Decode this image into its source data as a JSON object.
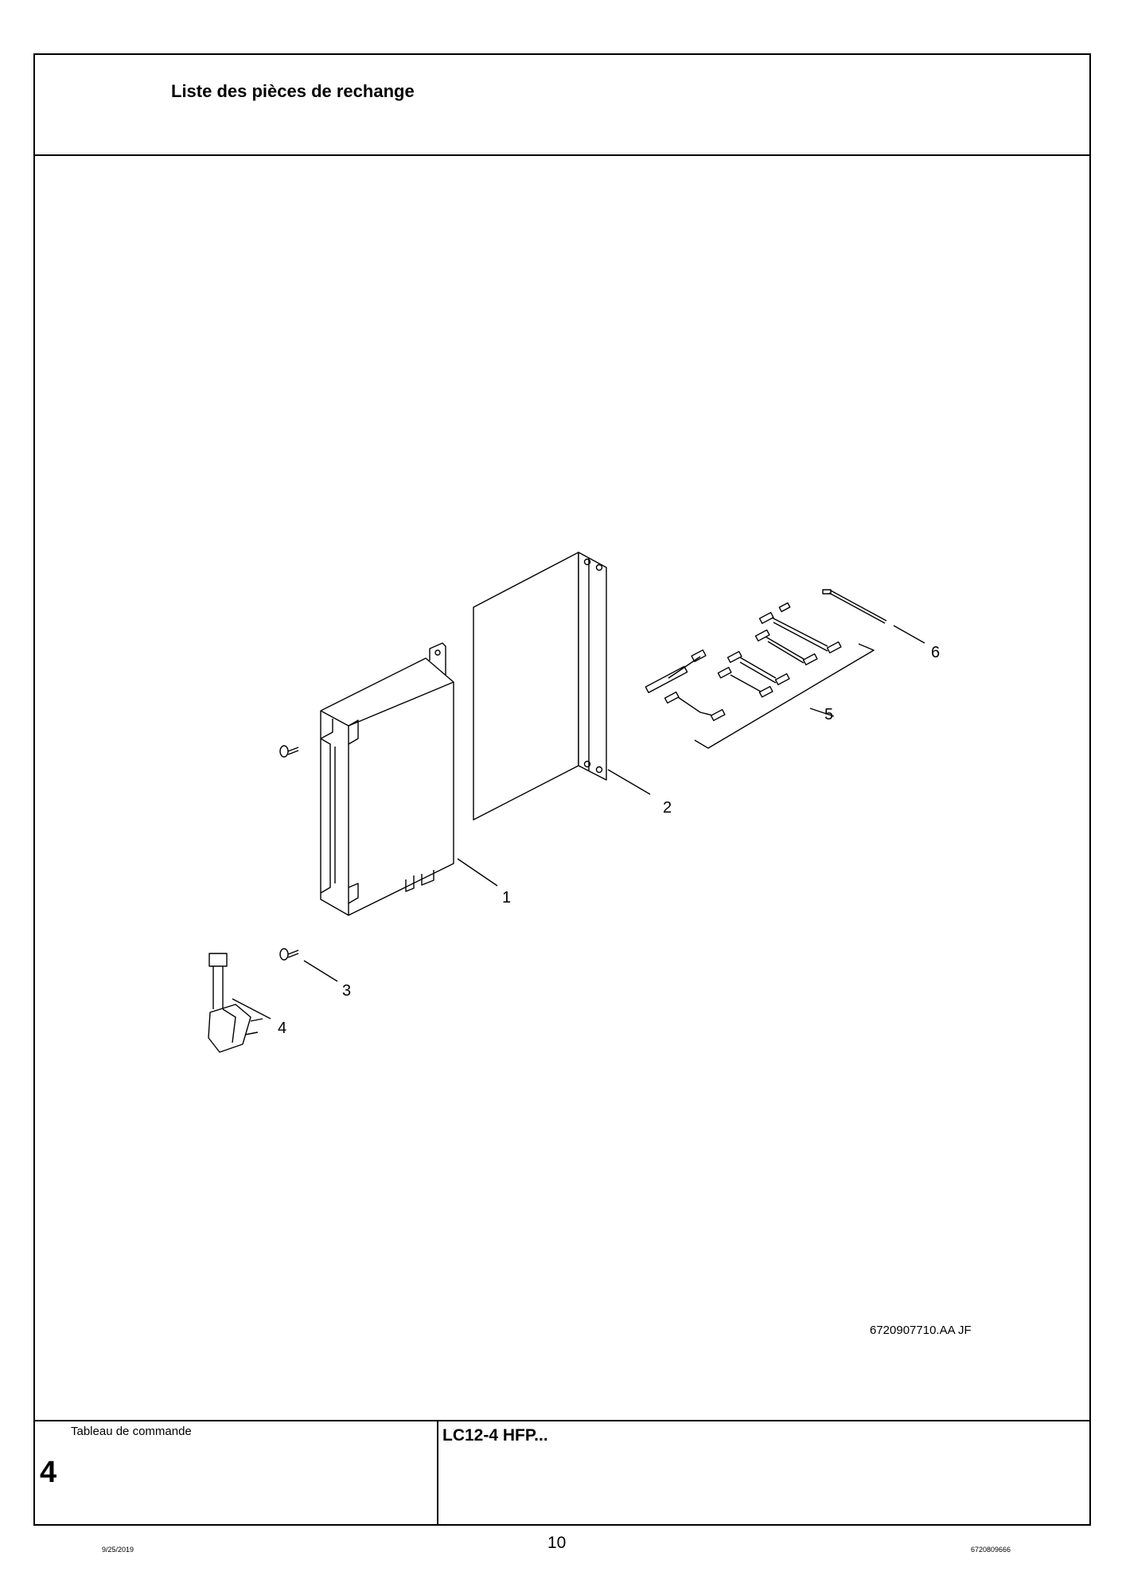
{
  "header": {
    "title": "Liste des pièces de rechange"
  },
  "drawing": {
    "figure_ref": "6720907710.AA   JF",
    "callouts": [
      "1",
      "2",
      "3",
      "4",
      "5",
      "6"
    ]
  },
  "footer": {
    "section_name": "Tableau de commande",
    "section_number": "4",
    "model": "LC12-4 HFP..."
  },
  "page_footer": {
    "date": "9/25/2019",
    "page_number": "10",
    "doc_number": "6720809666"
  }
}
